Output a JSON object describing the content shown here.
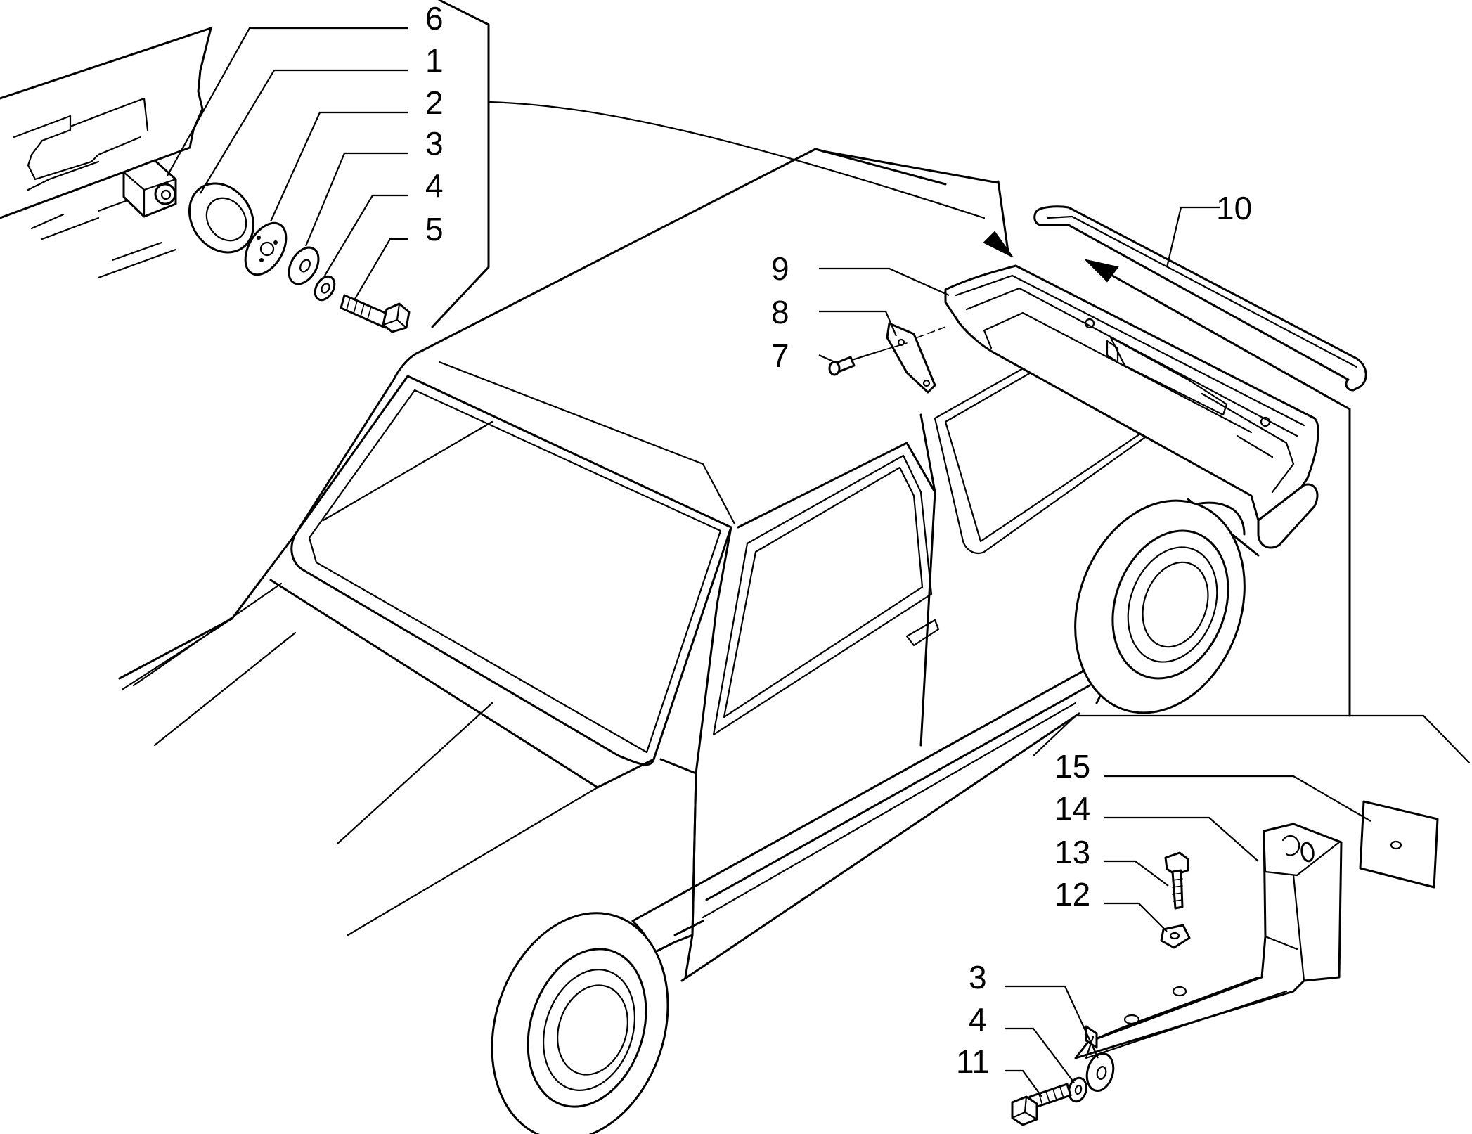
{
  "callouts": {
    "c6": "6",
    "c1": "1",
    "c2": "2",
    "c3a": "3",
    "c4a": "4",
    "c5": "5",
    "c9": "9",
    "c8": "8",
    "c7": "7",
    "c10": "10",
    "c15": "15",
    "c14": "14",
    "c13": "13",
    "c12": "12",
    "c3b": "3",
    "c4b": "4",
    "c11": "11"
  }
}
